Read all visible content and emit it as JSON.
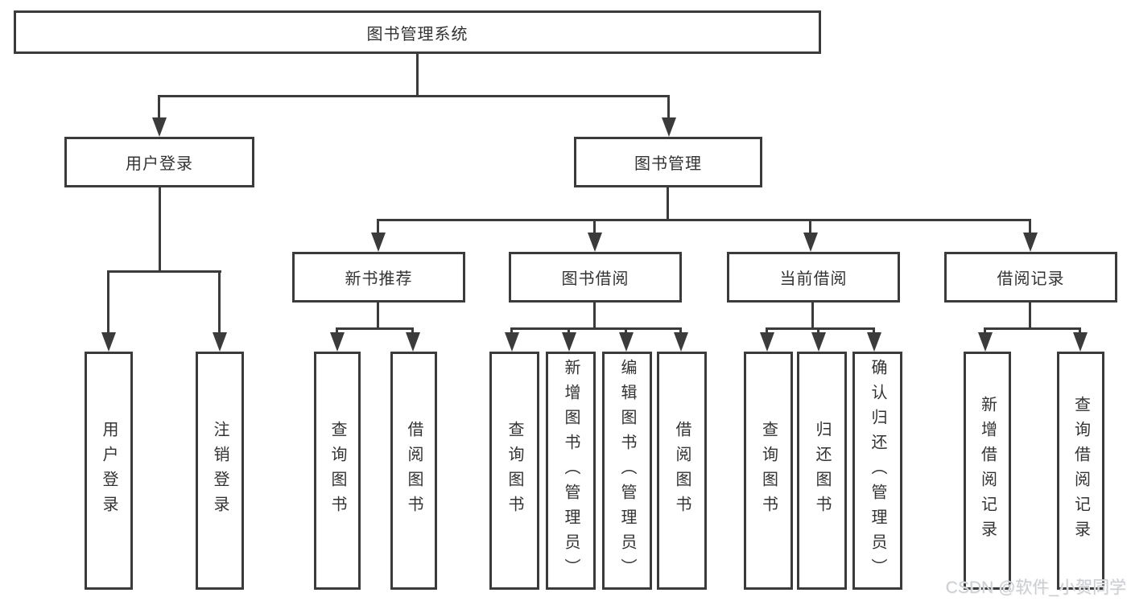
{
  "title": "图书管理系统",
  "watermark": "CSDN @软件_小贺同学",
  "colors": {
    "line": "#3b3b3b",
    "text": "#333333",
    "background": "#ffffff",
    "watermark": "#cbced3"
  },
  "nodes": {
    "root": "图书管理系统",
    "user_login": "用户登录",
    "book_mgmt": "图书管理",
    "new_book_rec": "新书推荐",
    "book_borrow": "图书借阅",
    "current_borrow": "当前借阅",
    "borrow_record": "借阅记录",
    "leaf_user_login": "用户登录",
    "leaf_logout": "注销登录",
    "leaf_rec_query": "查询图书",
    "leaf_rec_borrow": "借阅图书",
    "leaf_bb_query": "查询图书",
    "leaf_bb_add": "新增图书（管理员）",
    "leaf_bb_edit": "编辑图书（管理员）",
    "leaf_bb_borrow": "借阅图书",
    "leaf_cb_query": "查询图书",
    "leaf_cb_return": "归还图书",
    "leaf_cb_confirm": "确认归还（管理员）",
    "leaf_br_add": "新增借阅记录",
    "leaf_br_query": "查询借阅记录"
  },
  "tree": {
    "root": "图书管理系统",
    "children": [
      {
        "label": "用户登录",
        "children": [
          "用户登录",
          "注销登录"
        ]
      },
      {
        "label": "图书管理",
        "children": [
          {
            "label": "新书推荐",
            "children": [
              "查询图书",
              "借阅图书"
            ]
          },
          {
            "label": "图书借阅",
            "children": [
              "查询图书",
              "新增图书（管理员）",
              "编辑图书（管理员）",
              "借阅图书"
            ]
          },
          {
            "label": "当前借阅",
            "children": [
              "查询图书",
              "归还图书",
              "确认归还（管理员）"
            ]
          },
          {
            "label": "借阅记录",
            "children": [
              "新增借阅记录",
              "查询借阅记录"
            ]
          }
        ]
      }
    ]
  }
}
